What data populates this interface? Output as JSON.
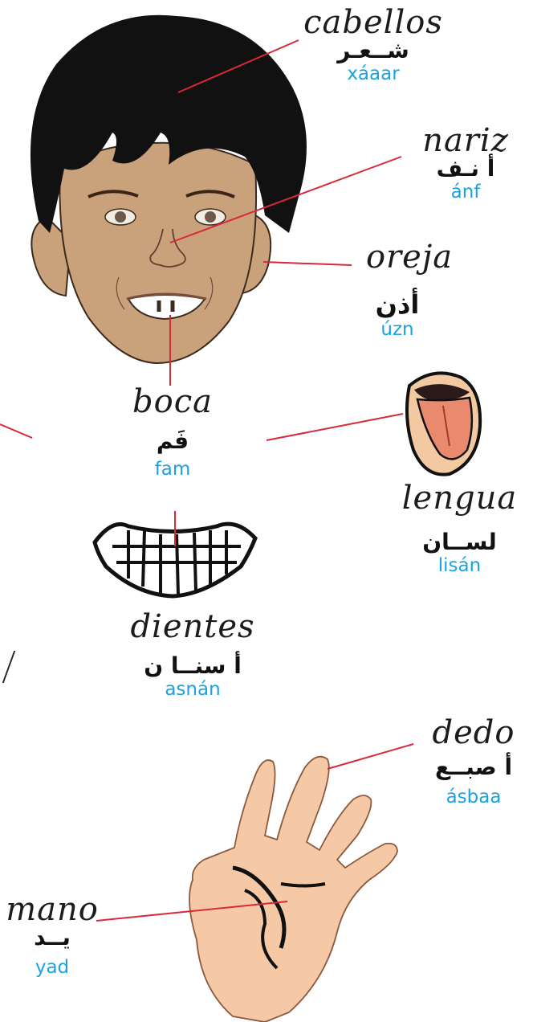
{
  "labels": [
    {
      "id": "hair",
      "es": "cabellos",
      "ar": "شــعـر",
      "tr": "xáaar"
    },
    {
      "id": "nose",
      "es": "nariz",
      "ar": "أ نـف",
      "tr": "ánf"
    },
    {
      "id": "ear",
      "es": "oreja",
      "ar": "أذن",
      "tr": "úzn"
    },
    {
      "id": "mouth",
      "es": "boca",
      "ar": "فَم",
      "tr": "fam"
    },
    {
      "id": "tongue",
      "es": "lengua",
      "ar": "لســان",
      "tr": "lisán"
    },
    {
      "id": "teeth",
      "es": "dientes",
      "ar": "أ سنــا ن",
      "tr": "asnán"
    },
    {
      "id": "finger",
      "es": "dedo",
      "ar": "أ صبــع",
      "tr": "ásbaa"
    },
    {
      "id": "hand",
      "es": "mano",
      "ar": "يــد",
      "tr": "yad"
    }
  ],
  "colors": {
    "skin": "#c9a27c",
    "hair": "#111111",
    "leader_line": "#d8283a",
    "transliteration": "#19a3e0",
    "hand_skin": "#f6c9a6",
    "tongue": "#e98a6e"
  }
}
